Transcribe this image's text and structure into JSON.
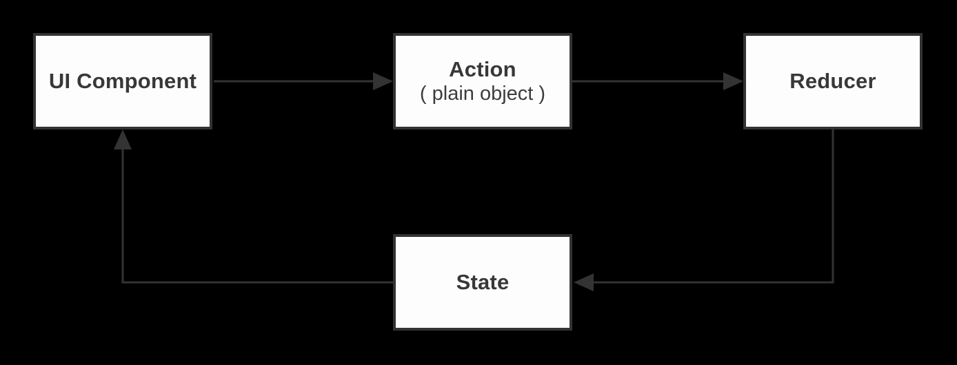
{
  "diagram": {
    "nodes": {
      "ui_component": {
        "label": "UI Component"
      },
      "action": {
        "label": "Action",
        "sublabel": "( plain object )"
      },
      "reducer": {
        "label": "Reducer"
      },
      "state": {
        "label": "State"
      }
    },
    "edges": [
      {
        "from": "UI Component",
        "to": "Action"
      },
      {
        "from": "Action",
        "to": "Reducer"
      },
      {
        "from": "Reducer",
        "to": "State"
      },
      {
        "from": "State",
        "to": "UI Component"
      }
    ],
    "colors": {
      "background": "#000000",
      "node_fill": "#fdfdfd",
      "node_border": "#333333",
      "text": "#383838",
      "arrow": "#333333"
    }
  }
}
